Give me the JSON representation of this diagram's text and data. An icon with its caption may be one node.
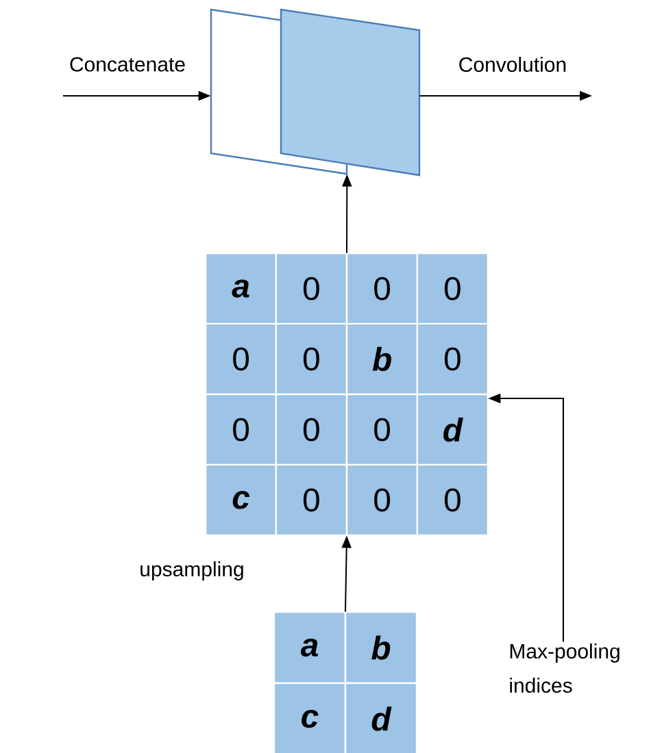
{
  "diagram": {
    "nodes": [
      {
        "text": [],
        "shape": "box"
      },
      {
        "text": [],
        "shape": "box"
      },
      {
        "text": [
          "a",
          "0",
          "0",
          "0",
          "0",
          "0",
          "b",
          "0",
          "0",
          "0",
          "0",
          "d",
          "c",
          "0",
          "0",
          "0"
        ]
      },
      {
        "text": [
          "a",
          "b",
          "c",
          "d"
        ]
      },
      {
        "text": [
          "Max-pooling indices"
        ]
      }
    ],
    "edges": [
      {
        "from": null,
        "to": 0,
        "arrow": "to",
        "label": "Concatenate"
      },
      {
        "from": 1,
        "to": null,
        "arrow": "to",
        "label": "Convolution"
      },
      {
        "from": 2,
        "to": 0,
        "arrow": "to"
      },
      {
        "from": 3,
        "to": 2,
        "arrow": "to",
        "label": "upsampling"
      },
      {
        "from": 4,
        "to": 2,
        "arrow": "to"
      }
    ]
  }
}
